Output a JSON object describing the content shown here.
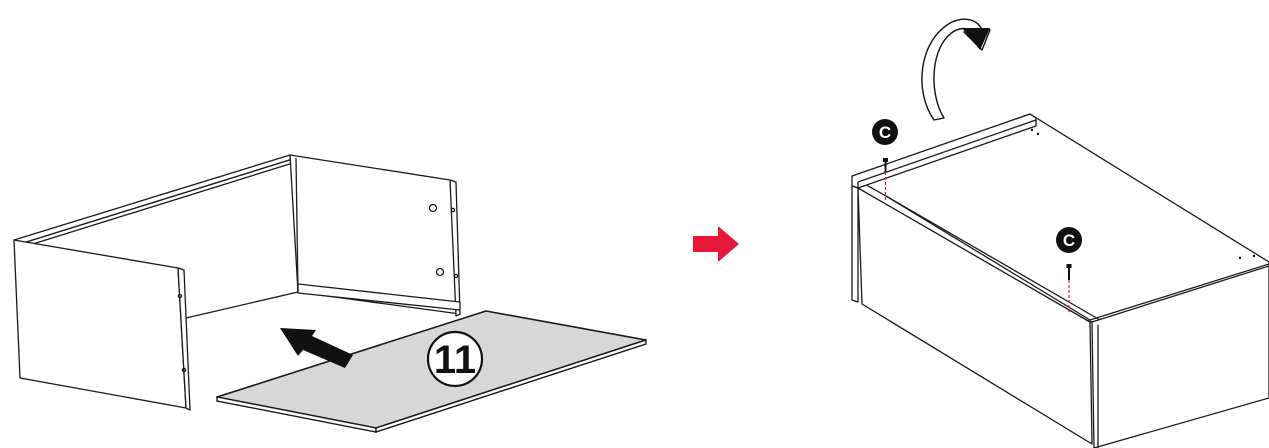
{
  "step_left": {
    "part_number": "11"
  },
  "step_right": {
    "screw_callouts": [
      {
        "letter": "C"
      },
      {
        "letter": "C"
      }
    ]
  },
  "colors": {
    "accent_arrow": "#e8173a",
    "board_fill": "#d7d7d7",
    "ink": "#1a1a1a",
    "guide_line": "#e8173a"
  },
  "icons": [
    "rotate-arrow-icon",
    "next-step-arrow-icon",
    "insert-direction-arrow-icon",
    "screw-icon"
  ]
}
